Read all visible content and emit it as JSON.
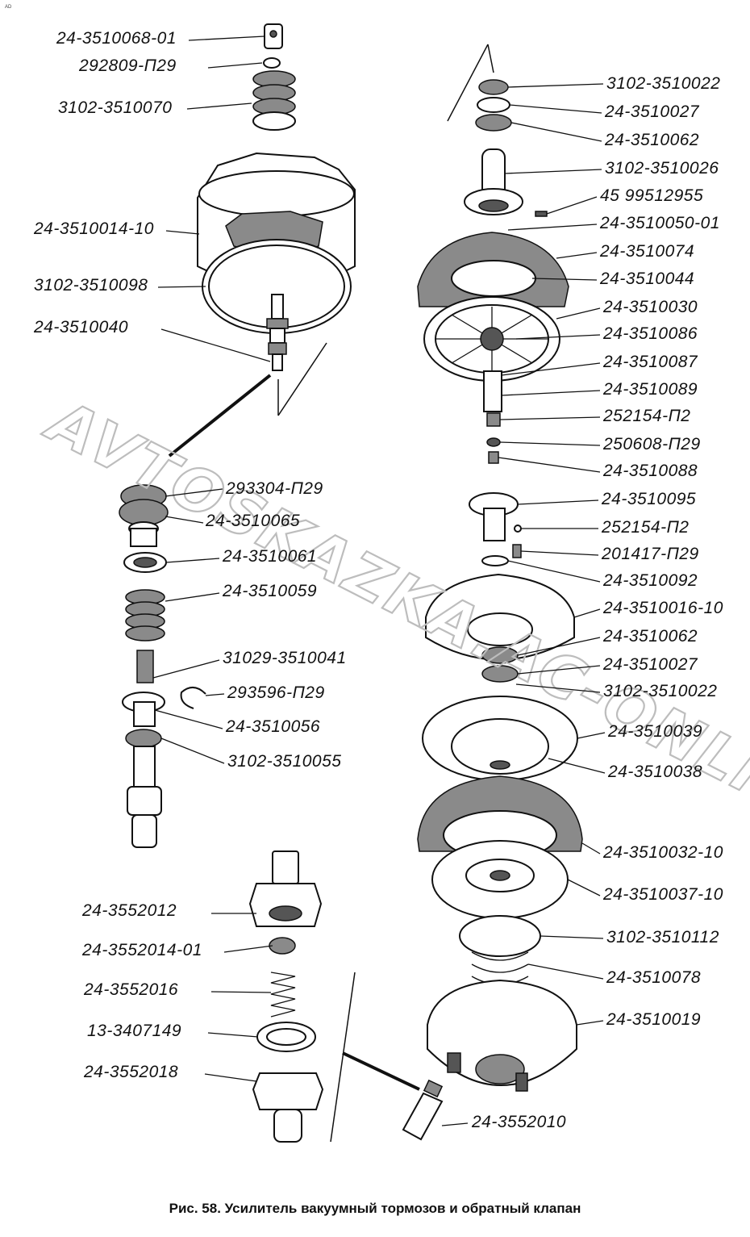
{
  "corner_mark": "AD",
  "watermark": "AVTOSKAZKA.AC-ONLINE",
  "caption": "Рис. 58. Усилитель вакуумный тормозов и обратный клапан",
  "left_labels": [
    "24-3510068-01",
    "292809-П29",
    "3102-3510070",
    "24-3510014-10",
    "3102-3510098",
    "24-3510040",
    "293304-П29",
    "24-3510065",
    "24-3510061",
    "24-3510059",
    "31029-3510041",
    "293596-П29",
    "24-3510056",
    "3102-3510055"
  ],
  "valve_labels": [
    "24-3552012",
    "24-3552014-01",
    "24-3552016",
    "13-3407149",
    "24-3552018",
    "24-3552010"
  ],
  "right_labels": [
    "3102-3510022",
    "24-3510027",
    "24-3510062",
    "3102-3510026",
    "45 99512955",
    "24-3510050-01",
    "24-3510074",
    "24-3510044",
    "24-3510030",
    "24-3510086",
    "24-3510087",
    "24-3510089",
    "252154-П2",
    "250608-П29",
    "24-3510088",
    "24-3510095",
    "252154-П2",
    "201417-П29",
    "24-3510092",
    "24-3510016-10",
    "24-3510062",
    "24-3510027",
    "3102-3510022",
    "24-3510039",
    "24-3510038",
    "24-3510032-10",
    "24-3510037-10",
    "3102-3510112",
    "24-3510078",
    "24-3510019"
  ]
}
